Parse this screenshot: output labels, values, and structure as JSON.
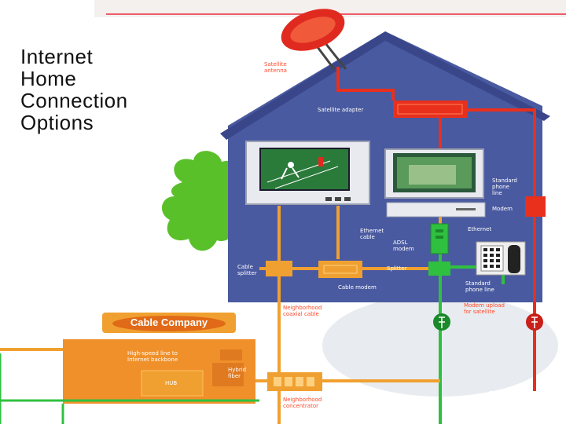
{
  "title": "Internet\nHome\nConnection\nOptions",
  "labels": {
    "satellite_antenna": "Satellite\nantenna",
    "satellite_adapter": "Satellite adapter",
    "standard_phone_line_top": "Standard\nphone\nline",
    "modem": "Modem",
    "ethernet_right": "Ethernet",
    "ethernet_cable": "Ethernet\ncable",
    "adsl_modem": "ADSL\nmodem",
    "cable_splitter": "Cable\nsplitter",
    "splitter": "Splitter",
    "cable_modem": "Cable modem",
    "standard_phone_line_bottom": "Standard\nphone line",
    "neighborhood_coaxial_cable": "Neighborhood\ncoaxial cable",
    "modem_upload": "Modem upload\nfor satellite",
    "cable_company": "Cable Company",
    "high_speed_line": "High-speed line to\nInternet backbone",
    "hybrid_fiber": "Hybrid\nfiber",
    "hub": "HUB",
    "neighborhood_concentrator": "Neighborhood\nconcentrator"
  },
  "colors": {
    "house": "#4a5aa0",
    "coax": "#f0a030",
    "phone_line": "#e8301c",
    "dsl_line": "#30c040",
    "cable_company_box": "#f0902a",
    "tree": "#5ac02a"
  }
}
